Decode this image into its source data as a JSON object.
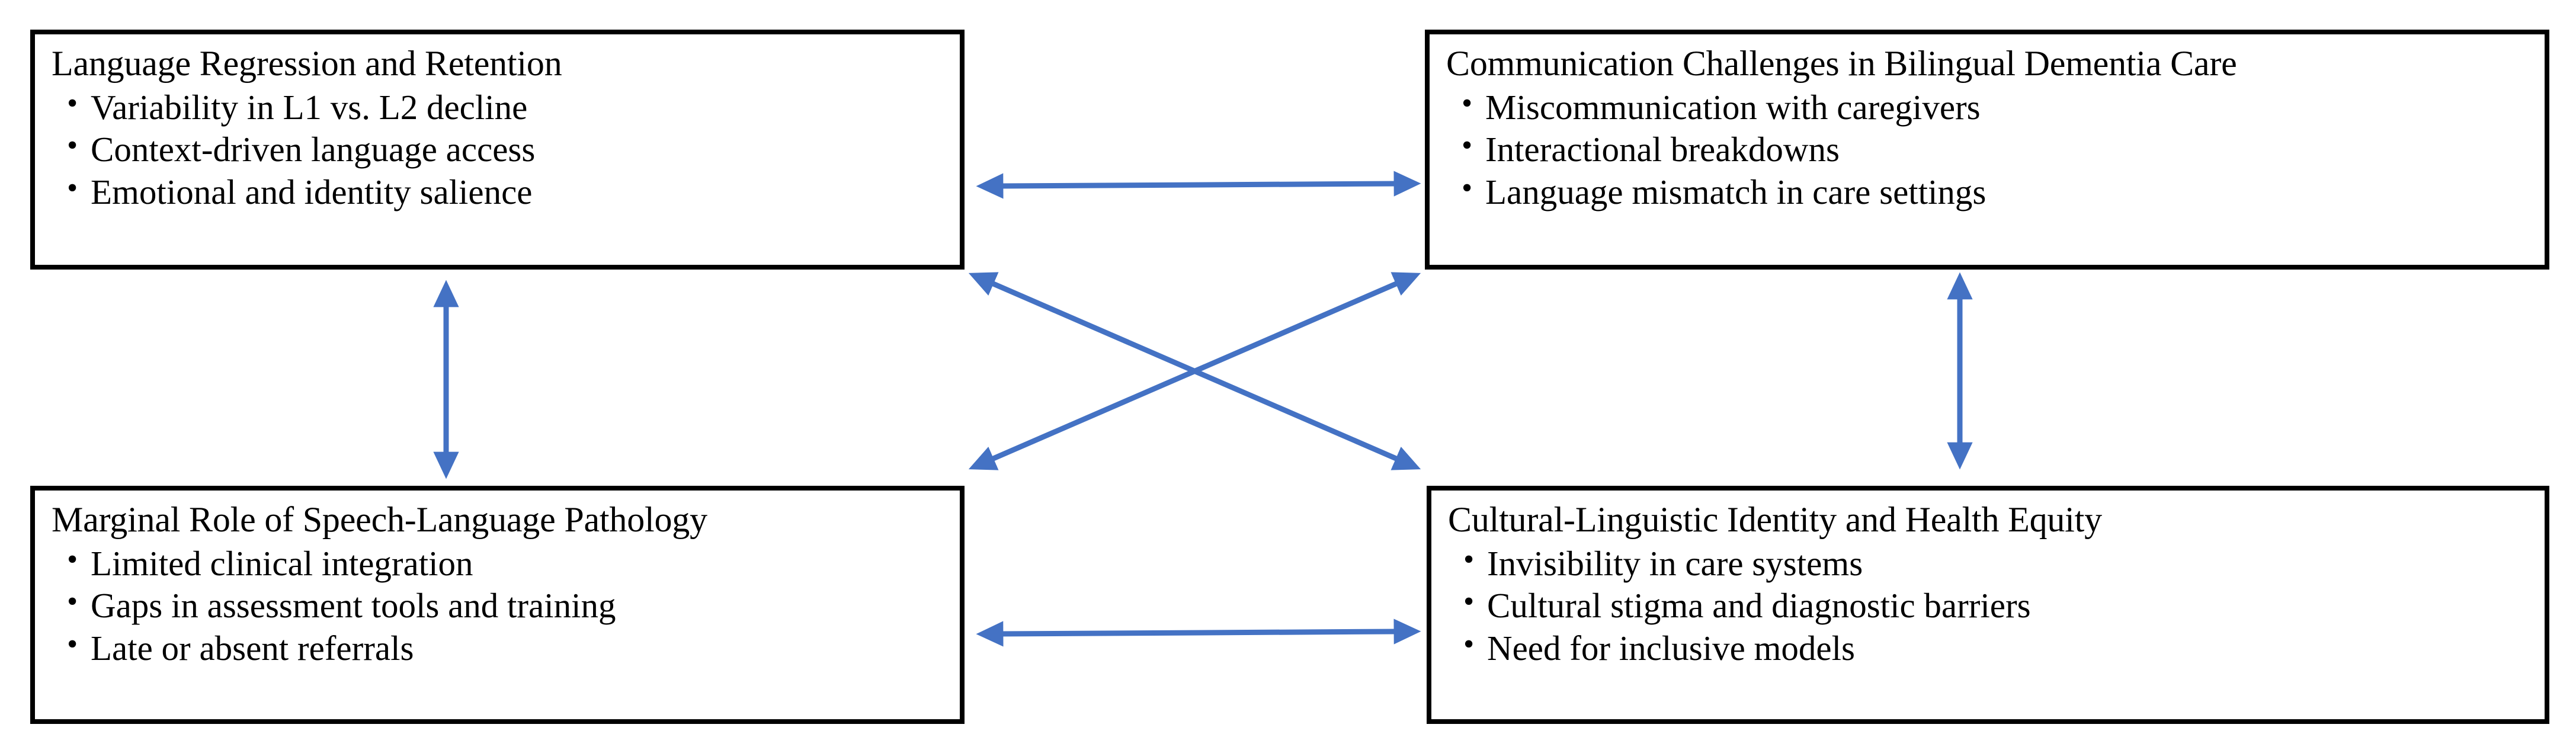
{
  "diagram": {
    "type": "four-quadrant-concept-map",
    "background_color": "#FFFFFF",
    "box_border_color": "#000000",
    "arrow_color": "#4472C4",
    "text_color": "#000000",
    "nodes": [
      {
        "id": "top-left",
        "title": "Language Regression and Retention",
        "bullets": [
          "Variability in L1 vs. L2 decline",
          "Context-driven language access",
          "Emotional and identity salience"
        ]
      },
      {
        "id": "top-right",
        "title": "Communication Challenges in Bilingual Dementia Care",
        "bullets": [
          "Miscommunication with caregivers",
          "Interactional breakdowns",
          "Language mismatch in care settings"
        ]
      },
      {
        "id": "bottom-left",
        "title": "Marginal Role of Speech-Language Pathology",
        "bullets": [
          "Limited clinical integration",
          "Gaps in assessment tools and training",
          "Late or absent referrals"
        ]
      },
      {
        "id": "bottom-right",
        "title": "Cultural-Linguistic Identity and Health Equity",
        "bullets": [
          "Invisibility in care systems",
          "Cultural stigma and diagnostic barriers",
          "Need for inclusive models"
        ]
      }
    ],
    "connectors": [
      {
        "id": "top-horizontal",
        "from": "top-left",
        "to": "top-right",
        "style": "double-headed",
        "orientation": "horizontal"
      },
      {
        "id": "bottom-horizontal",
        "from": "bottom-left",
        "to": "bottom-right",
        "style": "double-headed",
        "orientation": "horizontal"
      },
      {
        "id": "left-vertical",
        "from": "top-left",
        "to": "bottom-left",
        "style": "double-headed",
        "orientation": "vertical"
      },
      {
        "id": "right-vertical",
        "from": "top-right",
        "to": "bottom-right",
        "style": "double-headed",
        "orientation": "vertical"
      },
      {
        "id": "diagonal-tl-br",
        "from": "top-left",
        "to": "bottom-right",
        "style": "double-headed",
        "orientation": "diagonal"
      },
      {
        "id": "diagonal-bl-tr",
        "from": "bottom-left",
        "to": "top-right",
        "style": "double-headed",
        "orientation": "diagonal"
      }
    ]
  }
}
